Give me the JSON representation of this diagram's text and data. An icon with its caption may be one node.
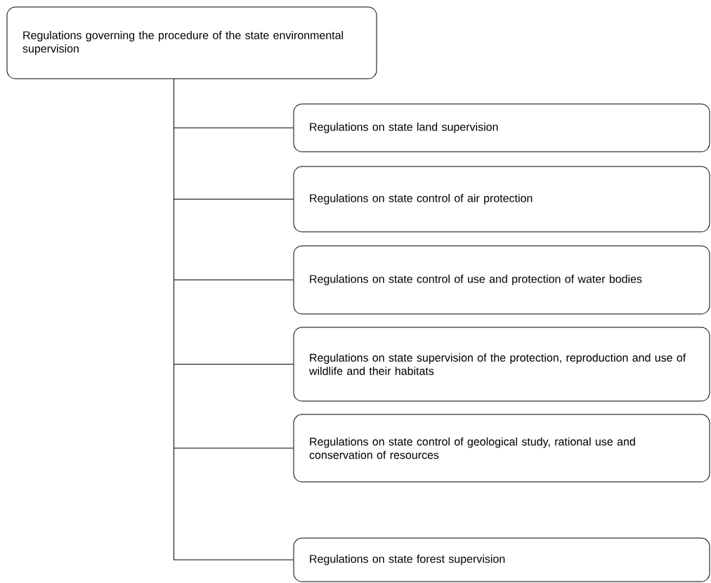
{
  "diagram": {
    "nodes": [
      {
        "text": [
          "Regulations governing the procedure of the state environmental supervision"
        ]
      },
      {
        "text": [
          "Regulations on state land supervision"
        ]
      },
      {
        "text": [
          "Regulations on state control of air protection"
        ]
      },
      {
        "text": [
          "Regulations on state control of use and protection of water bodies"
        ]
      },
      {
        "text": [
          "Regulations on state supervision of the protection, reproduction and use of wildlife and their habitats"
        ]
      },
      {
        "text": [
          "Regulations on state control of geological study, rational use and conservation of resources"
        ]
      },
      {
        "text": [
          "Regulations on state forest supervision"
        ]
      }
    ],
    "edges": [
      {
        "from": 0,
        "to": 1,
        "arrow": "none"
      },
      {
        "from": 0,
        "to": 2,
        "arrow": "none"
      },
      {
        "from": 0,
        "to": 3,
        "arrow": "none"
      },
      {
        "from": 0,
        "to": 4,
        "arrow": "none"
      },
      {
        "from": 0,
        "to": 5,
        "arrow": "none"
      },
      {
        "from": 0,
        "to": 6,
        "arrow": "none"
      }
    ]
  }
}
